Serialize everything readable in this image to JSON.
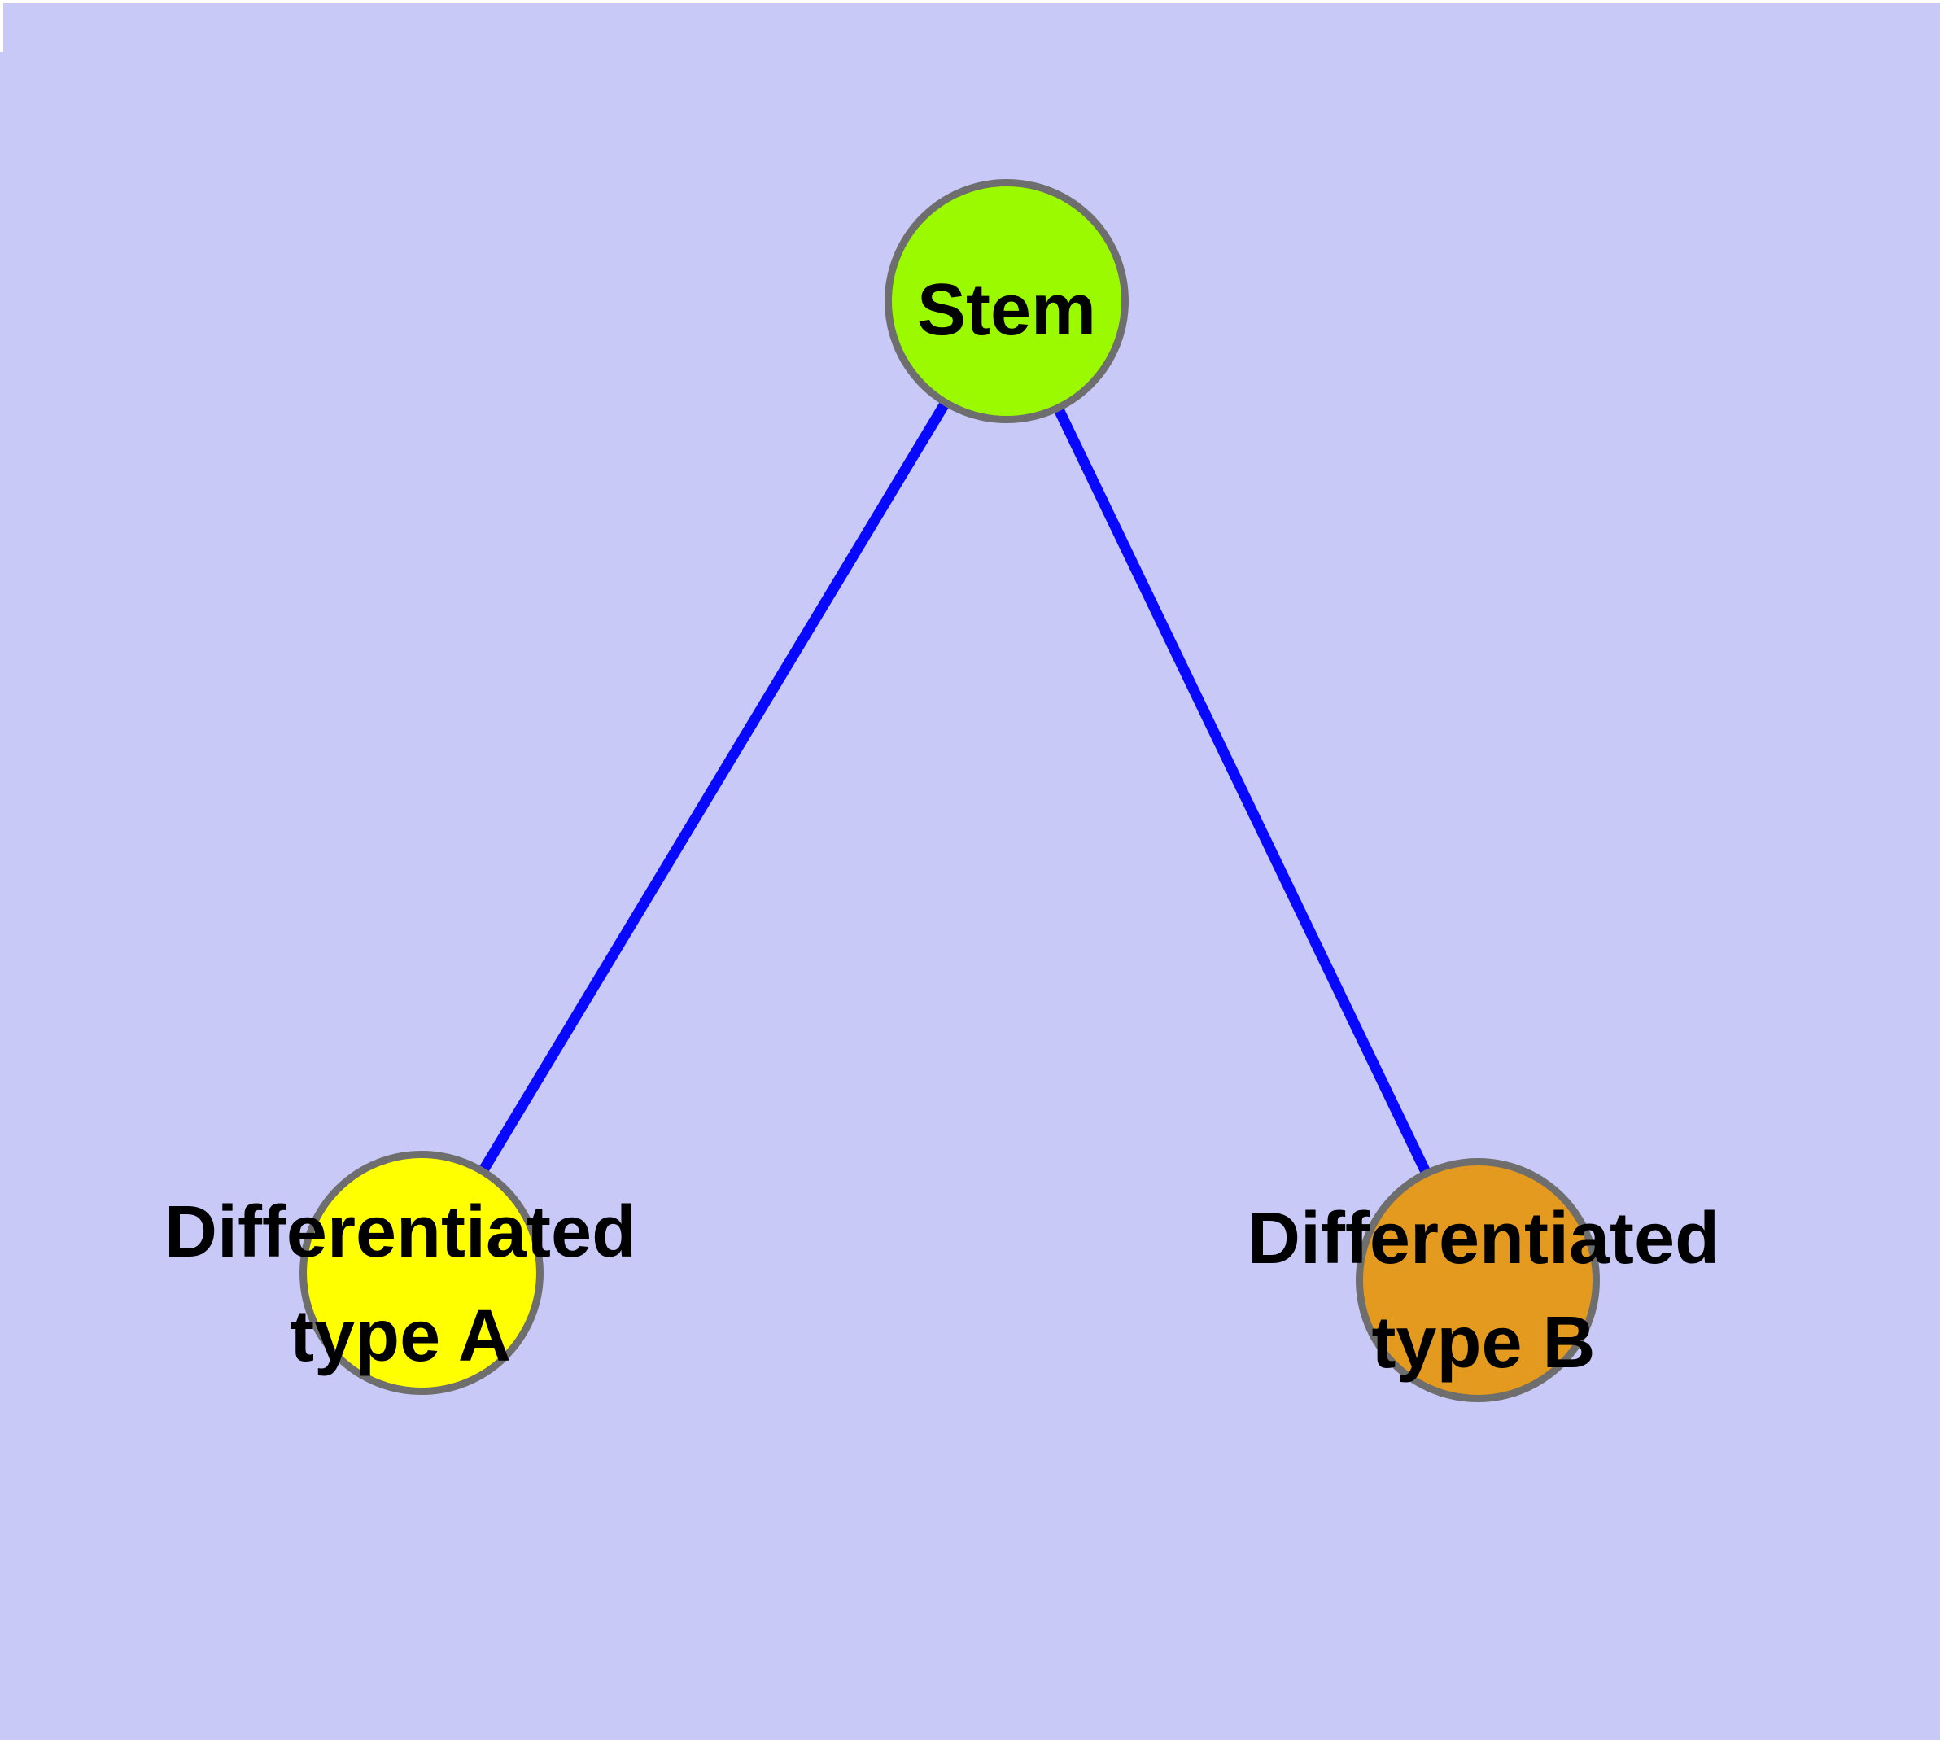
{
  "canvas": {
    "background_color": "#C9C9F8",
    "frame_color": "#FFFFFF"
  },
  "diagram": {
    "type": "graph",
    "description": "Stem cell differentiation tree: one root node connected to two child nodes",
    "nodes": [
      {
        "id": "stem",
        "lines": [
          "Stem"
        ],
        "fill": "#9BFA00",
        "border_color": "#6E6E6E",
        "text_color": "#000000"
      },
      {
        "id": "differentiated-type-a",
        "lines": [
          "Differentiated",
          "type A"
        ],
        "fill": "#FFFF00",
        "border_color": "#6E6E6E",
        "text_color": "#000000"
      },
      {
        "id": "differentiated-type-b",
        "lines": [
          "Differentiated",
          "type B"
        ],
        "fill": "#E39A1E",
        "border_color": "#6E6E6E",
        "text_color": "#000000"
      }
    ],
    "edges": [
      {
        "from": "stem",
        "to": "differentiated-type-a",
        "color": "#0808FF"
      },
      {
        "from": "stem",
        "to": "differentiated-type-b",
        "color": "#0808FF"
      }
    ]
  }
}
